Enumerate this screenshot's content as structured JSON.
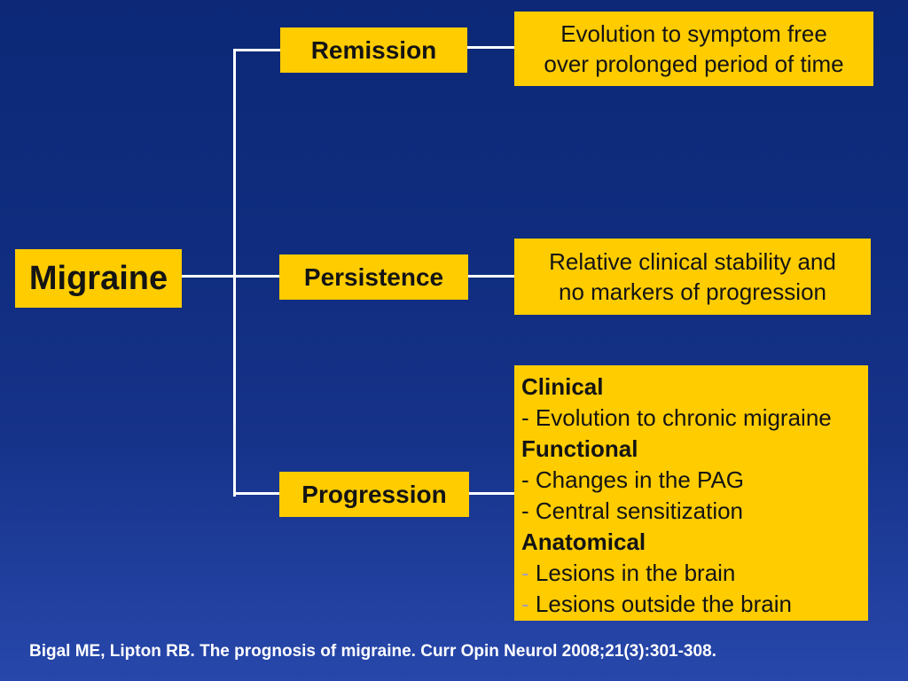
{
  "slide": {
    "colors": {
      "background_top": "#0c2877",
      "background_bottom": "#2747ab",
      "box_fill": "#ffcc00",
      "connector": "#ffffff",
      "text": "#141414",
      "muted_dash": "#a79db4",
      "citation_text": "#ffffff"
    }
  },
  "root": {
    "label": "Migraine"
  },
  "branches": [
    {
      "label": "Remission",
      "description_lines": [
        "Evolution to symptom free",
        "over prolonged period of time"
      ]
    },
    {
      "label": "Persistence",
      "description_lines": [
        "Relative clinical stability and",
        "no markers of progression"
      ]
    },
    {
      "label": "Progression"
    }
  ],
  "progression_detail": {
    "lines": [
      {
        "style": "header",
        "text": "Clinical"
      },
      {
        "style": "item",
        "dash": "-",
        "text": "Evolution to chronic migraine"
      },
      {
        "style": "header",
        "text": "Functional"
      },
      {
        "style": "item",
        "dash": "-",
        "text": "Changes in the PAG"
      },
      {
        "style": "item",
        "dash": "-",
        "text": "Central sensitization"
      },
      {
        "style": "header",
        "text": "Anatomical"
      },
      {
        "style": "item-muted",
        "dash": "-",
        "text": "Lesions in the brain"
      },
      {
        "style": "item-muted",
        "dash": "-",
        "text": "Lesions outside the brain"
      }
    ]
  },
  "citation": "Bigal ME, Lipton RB. The prognosis of migraine. Curr Opin Neurol 2008;21(3):301-308."
}
